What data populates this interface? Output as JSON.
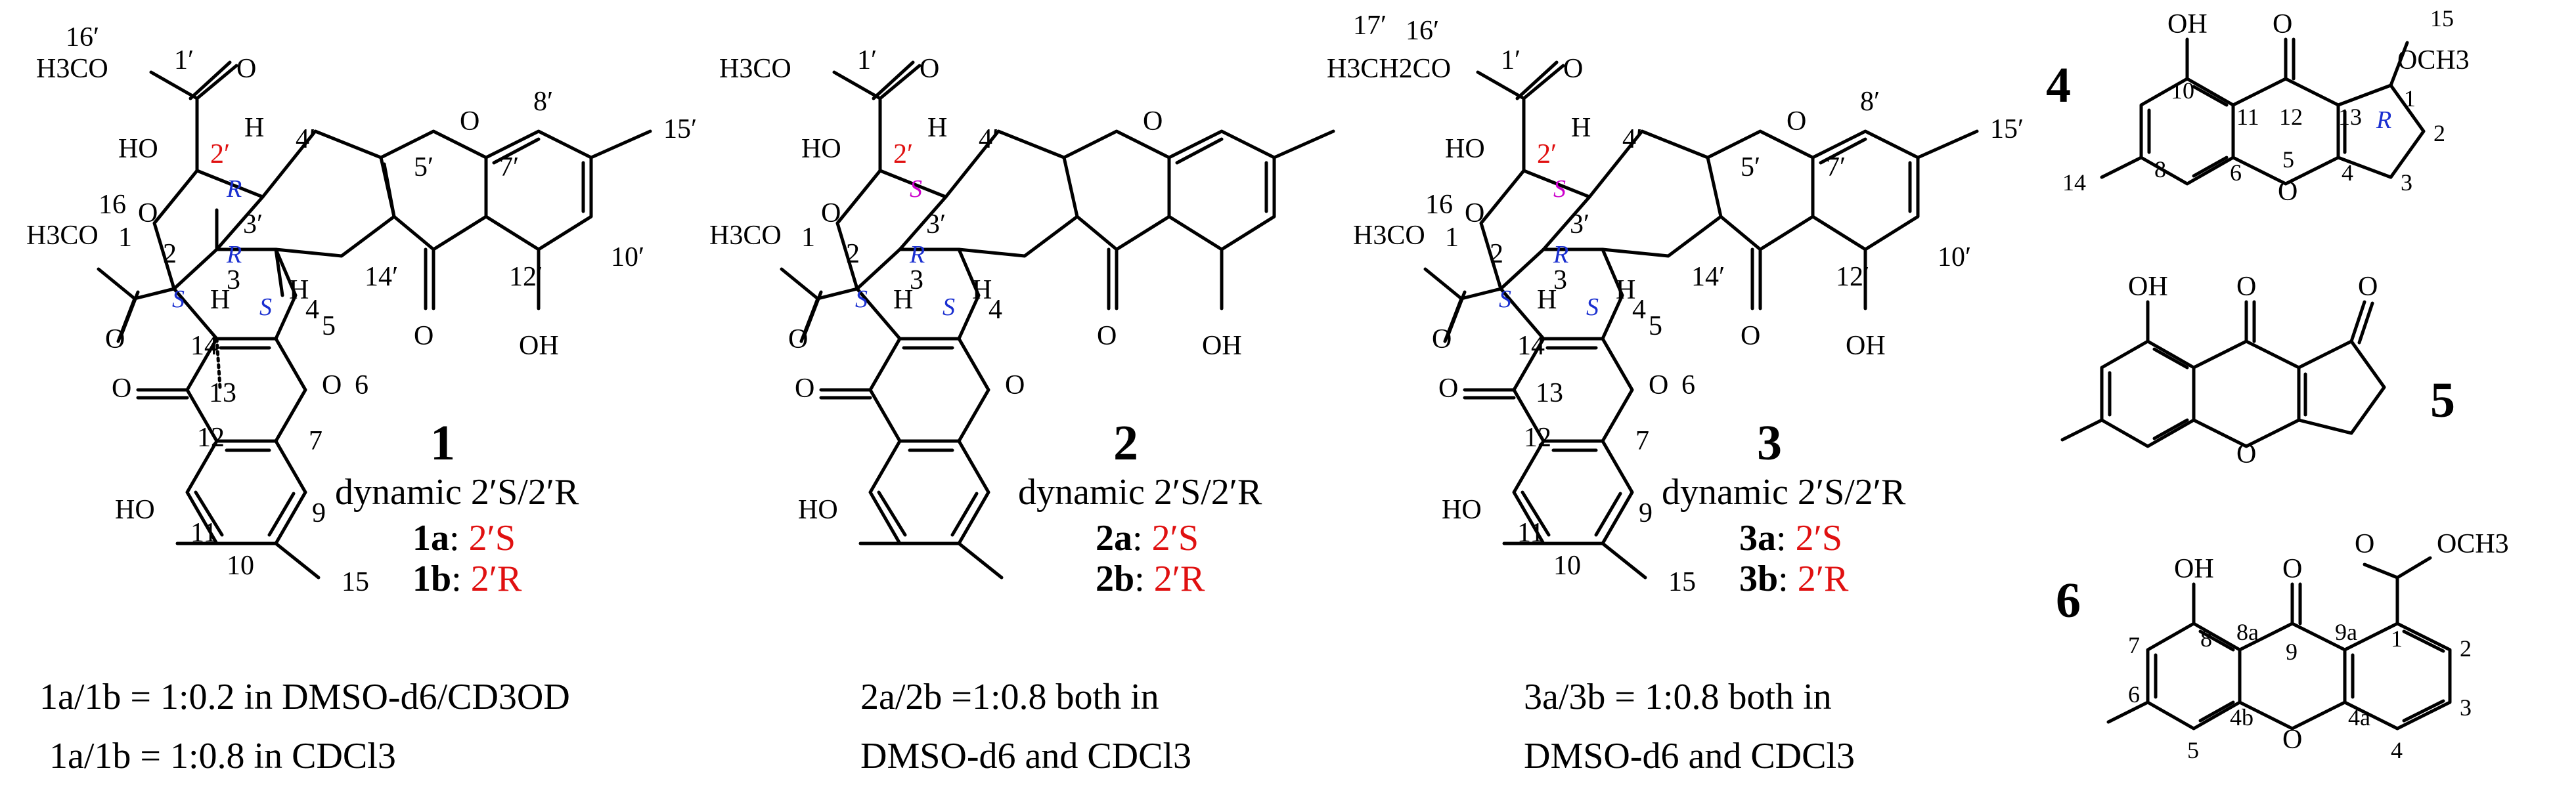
{
  "colors": {
    "text": "#000000",
    "stereo_red": "#e01010",
    "stereo_blue": "#1a2fd0",
    "stereo_magenta": "#cc00cc"
  },
  "compound1": {
    "number": "1",
    "dynamic": "dynamic 2′S/2′R",
    "a_label": "1a",
    "a_conf": "2′S",
    "b_label": "1b",
    "b_conf": "2′R",
    "ratio_line1": "1a/1b = 1:0.2 in DMSO-d6/CD3OD",
    "ratio_line2": "1a/1b = 1:0.8 in CDCl3"
  },
  "compound2": {
    "number": "2",
    "dynamic": "dynamic 2′S/2′R",
    "a_label": "2a",
    "a_conf": "2′S",
    "b_label": "2b",
    "b_conf": "2′R",
    "ratio_line1": "2a/2b =1:0.8 both in",
    "ratio_line2": "DMSO-d6 and CDCl3"
  },
  "compound3": {
    "number": "3",
    "dynamic": "dynamic 2′S/2′R",
    "a_label": "3a",
    "a_conf": "2′S",
    "b_label": "3b",
    "b_conf": "2′R",
    "ratio_line1": "3a/3b = 1:0.8 both in",
    "ratio_line2": "DMSO-d6 and CDCl3"
  },
  "compound4": {
    "number": "4"
  },
  "compound5": {
    "number": "5"
  },
  "compound6": {
    "number": "6"
  },
  "atoms": {
    "oh": "OH",
    "ho": "HO",
    "o": "O",
    "h": "H",
    "h3co": "H3CO",
    "och3": "OCH3",
    "h3ch2co": "H3CH2CO",
    "s": "S",
    "r": "R",
    "wave": "~"
  },
  "numbering1": {
    "n16p": "16′",
    "n1p": "1′",
    "n2p": "2′",
    "n3p": "3′",
    "n4p": "4′",
    "n5p": "5′",
    "n7p": "7′",
    "n8p": "8′",
    "n15p": "15′",
    "n10p": "10′",
    "n12p": "12′",
    "n14p": "14′",
    "n16": "16",
    "n1": "1",
    "n2": "2",
    "n3": "3",
    "n4": "4",
    "n5": "5",
    "n6": "6",
    "n7": "7",
    "n9": "9",
    "n10": "10",
    "n11": "11",
    "n12": "12",
    "n13": "13",
    "n14": "14",
    "n15": "15"
  },
  "numbering3": {
    "n17p": "17′"
  },
  "numbering4": {
    "n1": "1",
    "n2": "2",
    "n3": "3",
    "n4": "4",
    "n5": "5",
    "n6": "6",
    "n8": "8",
    "n10": "10",
    "n11": "11",
    "n12": "12",
    "n13": "13",
    "n14": "14",
    "n15": "15"
  },
  "numbering6": {
    "n1": "1",
    "n2": "2",
    "n3": "3",
    "n4": "4",
    "n4a": "4a",
    "n4b": "4b",
    "n5": "5",
    "n6": "6",
    "n7": "7",
    "n8": "8",
    "n8a": "8a",
    "n9": "9",
    "n9a": "9a"
  }
}
